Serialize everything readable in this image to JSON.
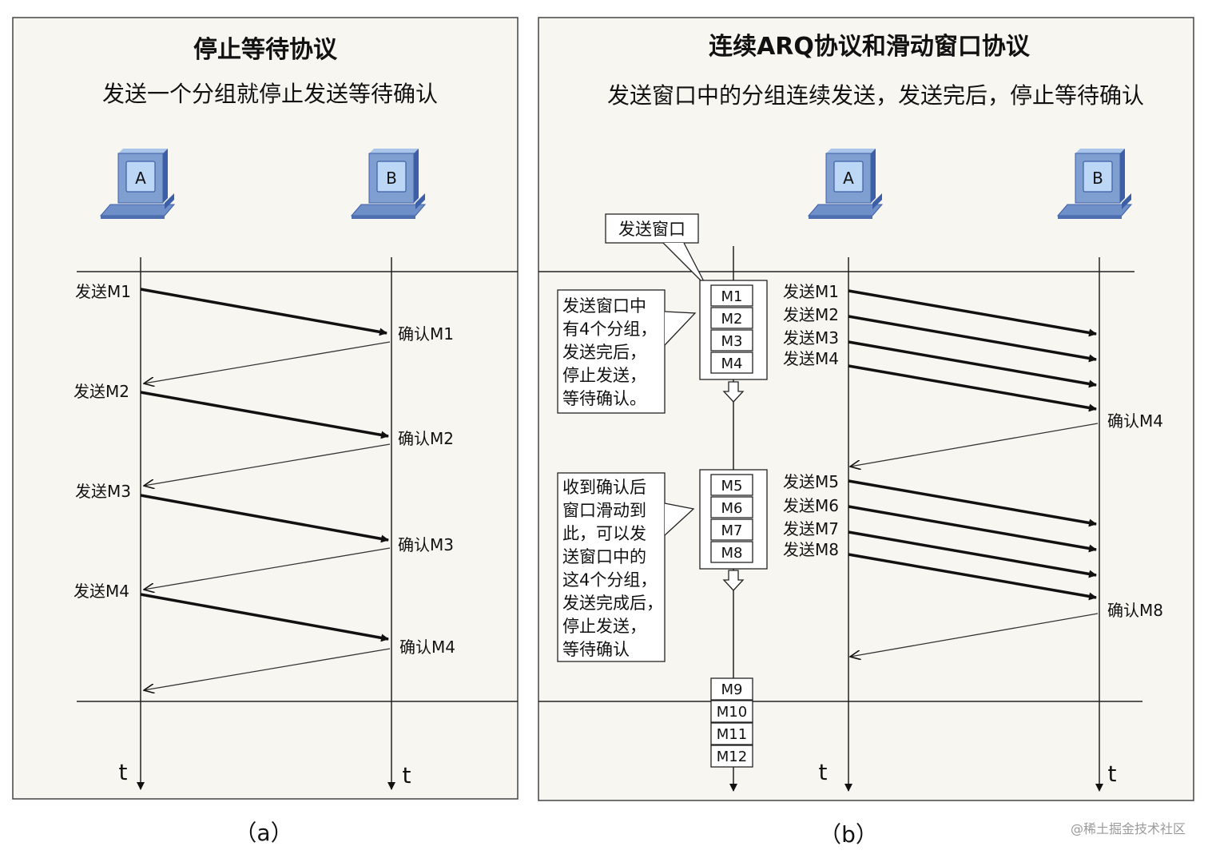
{
  "panel_a": {
    "title": "停止等待协议",
    "subtitle": "发送一个分组就停止发送等待确认",
    "host_a": "A",
    "host_b": "B",
    "sends": [
      "发送M1",
      "发送M2",
      "发送M3",
      "发送M4"
    ],
    "acks": [
      "确认M1",
      "确认M2",
      "确认M3",
      "确认M4"
    ],
    "time_label": "t",
    "caption": "（a）"
  },
  "panel_b": {
    "title": "连续ARQ协议和滑动窗口协议",
    "subtitle": "发送窗口中的分组连续发送，发送完后，停止等待确认",
    "host_a": "A",
    "host_b": "B",
    "window_label": "发送窗口",
    "note1": [
      "发送窗口中",
      "有4个分组，",
      "发送完后，",
      "停止发送，",
      "等待确认。"
    ],
    "note2": [
      "收到确认后",
      "窗口滑动到",
      "此，可以发",
      "送窗口中的",
      "这4个分组，",
      "发送完成后，",
      "停止发送，",
      "等待确认"
    ],
    "window1": [
      "M1",
      "M2",
      "M3",
      "M4"
    ],
    "window2": [
      "M5",
      "M6",
      "M7",
      "M8"
    ],
    "queue": [
      "M9",
      "M10",
      "M11",
      "M12"
    ],
    "sends1": [
      "发送M1",
      "发送M2",
      "发送M3",
      "发送M4"
    ],
    "ack1": "确认M4",
    "sends2": [
      "发送M5",
      "发送M6",
      "发送M7",
      "发送M8"
    ],
    "ack2": "确认M8",
    "time_label": "t",
    "caption": "（b）"
  },
  "watermark": "@稀土掘金技术社区",
  "colors": {
    "panel_bg": "#f7f6f1",
    "border": "#444444",
    "host_blue": "#7f9fd0",
    "host_dark": "#3d5fa8",
    "screen": "#9ec4ee"
  }
}
